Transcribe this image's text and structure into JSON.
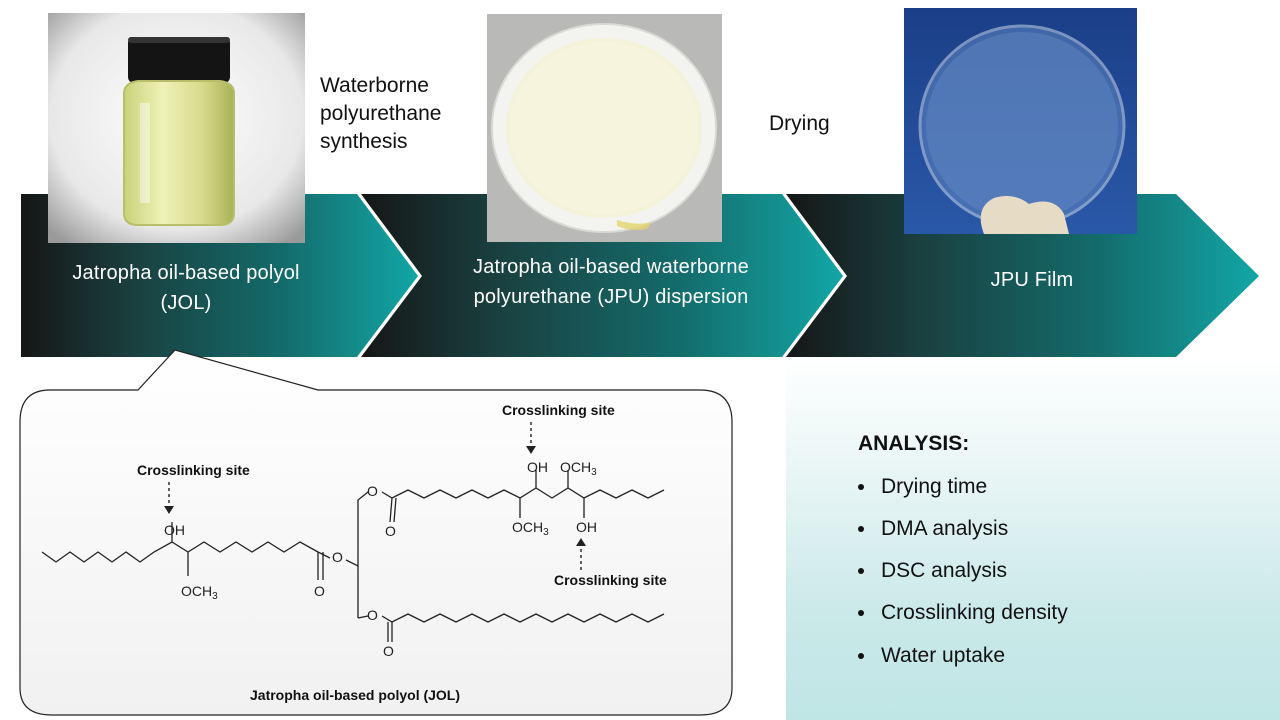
{
  "process_steps": [
    {
      "label_line1": "Jatropha oil-based polyol",
      "label_line2": "(JOL)"
    },
    {
      "label_line1": "Jatropha oil-based waterborne",
      "label_line2": "polyurethane (JPU) dispersion"
    },
    {
      "label_line1": "JPU Film",
      "label_line2": ""
    }
  ],
  "transitions": [
    {
      "line1": "Waterborne",
      "line2": "polyurethane",
      "line3": "synthesis"
    },
    {
      "line1": "Drying"
    }
  ],
  "structure": {
    "caption": "Jatropha oil-based polyol (JOL)",
    "crosslinking_label": "Crosslinking site",
    "groups": {
      "oh": "OH",
      "och3": "OCH3",
      "o": "O"
    }
  },
  "analysis": {
    "title": "ANALYSIS:",
    "items": [
      "Drying time",
      "DMA analysis",
      "DSC analysis",
      "Crosslinking density",
      "Water uptake"
    ]
  },
  "colors": {
    "band_start": "#1a1a1a",
    "band_mid": "#174c4c",
    "band_end": "#14a3a3"
  }
}
